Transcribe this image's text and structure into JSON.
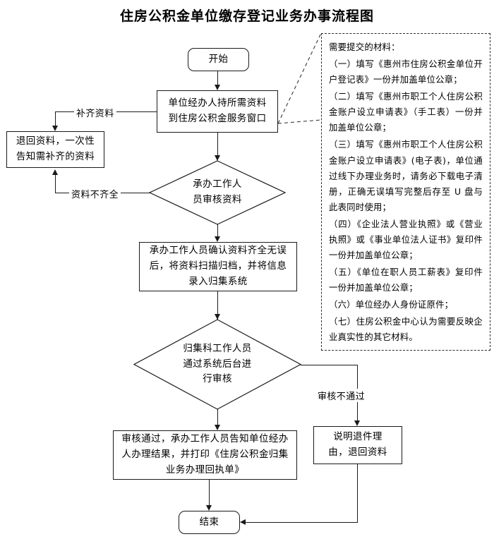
{
  "title": "住房公积金单位缴存登记业务办事流程图",
  "flow": {
    "start": "开始",
    "end": "结束",
    "submit_box": "单位经办人持所需资料\n到住房公积金服务窗口",
    "return_box": "退回资料，一次性\n告知需补齐的资料",
    "review_diamond": "承办工作人\n员审核资料",
    "archive_box": "承办工作人员确认资料齐全无误\n后，将资料扫描归档，并将信息\n录入归集系统",
    "backend_diamond": "归集科工作人员\n通过系统后台进\n行审核",
    "approved_box": "审核通过，承办工作人员告知单位经办\n人办理结果，并打印《住房公积金归集\n业务办理回执单》",
    "rejected_box": "说明退件理\n由，退回资料"
  },
  "edge_labels": {
    "supplement": "补齐资料",
    "incomplete": "资料不齐全",
    "not_approved": "审核不通过"
  },
  "callout": {
    "heading": "需要提交的材料：",
    "items": [
      "（一）填写《惠州市住房公积金单位开户登记表》一份并加盖单位公章；",
      "（二）填写《惠州市职工个人住房公积金账户设立申请表》（手工表）一份并加盖单位公章；",
      "（三）填写《惠州市职工个人住房公积金账户设立申请表》(电子表)，单位通过线下办理业务时，请务必下载电子清册，正确无误填写完整后存至 U 盘与此表同时使用；",
      "（四）《企业法人营业执照》或《营业执照》或《事业单位法人证书》复印件一份并加盖单位公章；",
      "（五）《单位在职人员工薪表》复印件一份并加盖单位公章；",
      "（六）单位经办人身份证原件；",
      "（七）住房公积金中心认为需要反映企业真实性的其它材料。"
    ]
  },
  "colors": {
    "stroke": "#1a1a1a",
    "background": "#ffffff",
    "text": "#000000"
  }
}
